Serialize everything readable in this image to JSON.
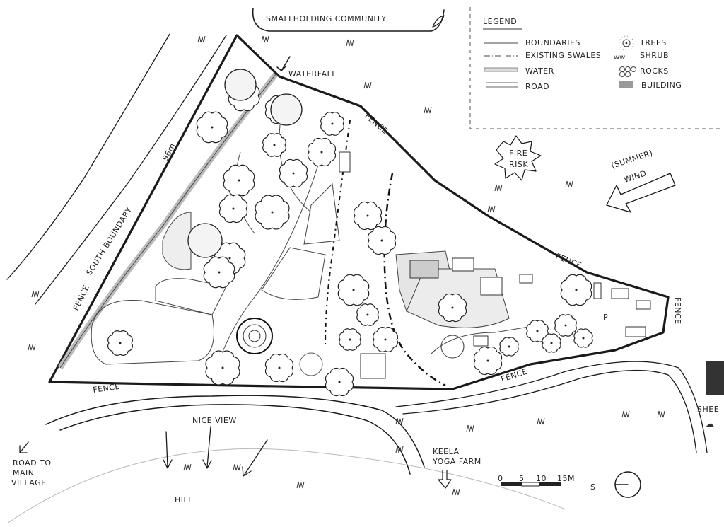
{
  "title": "SMALLHOLDING COMMUNITY",
  "legend": {
    "heading": "LEGEND",
    "items": [
      {
        "symbol": "solid-line",
        "label": "BOUNDARIES"
      },
      {
        "symbol": "dash-dot-line",
        "label": "EXISTING SWALES"
      },
      {
        "symbol": "hatched-band",
        "label": "WATER"
      },
      {
        "symbol": "double-line",
        "label": "ROAD"
      },
      {
        "symbol": "tree-icon",
        "label": "TREES"
      },
      {
        "symbol": "shrub-icon",
        "label": "SHRUB"
      },
      {
        "symbol": "rocks-icon",
        "label": "ROCKS"
      },
      {
        "symbol": "building-icon",
        "label": "BUILDING"
      }
    ]
  },
  "labels": {
    "waterfall": "WATERFALL",
    "fence": "FENCE",
    "length": "96m",
    "south_boundary": "SOUTH BOUNDARY",
    "fire_risk_1": "FIRE",
    "fire_risk_2": "RISK",
    "wind_1": "(SUMMER)",
    "wind_2": "WIND",
    "parking": "P",
    "nice_view": "NICE VIEW",
    "road_1": "ROAD TO",
    "road_2": "MAIN",
    "road_3": "VILLAGE",
    "hill": "HILL",
    "farm_1": "KEELA",
    "farm_2": "YOGA FARM",
    "shed": "SHEE",
    "compass": "S"
  },
  "scale_bar": {
    "ticks": [
      "0",
      "5",
      "10",
      "15M"
    ]
  }
}
